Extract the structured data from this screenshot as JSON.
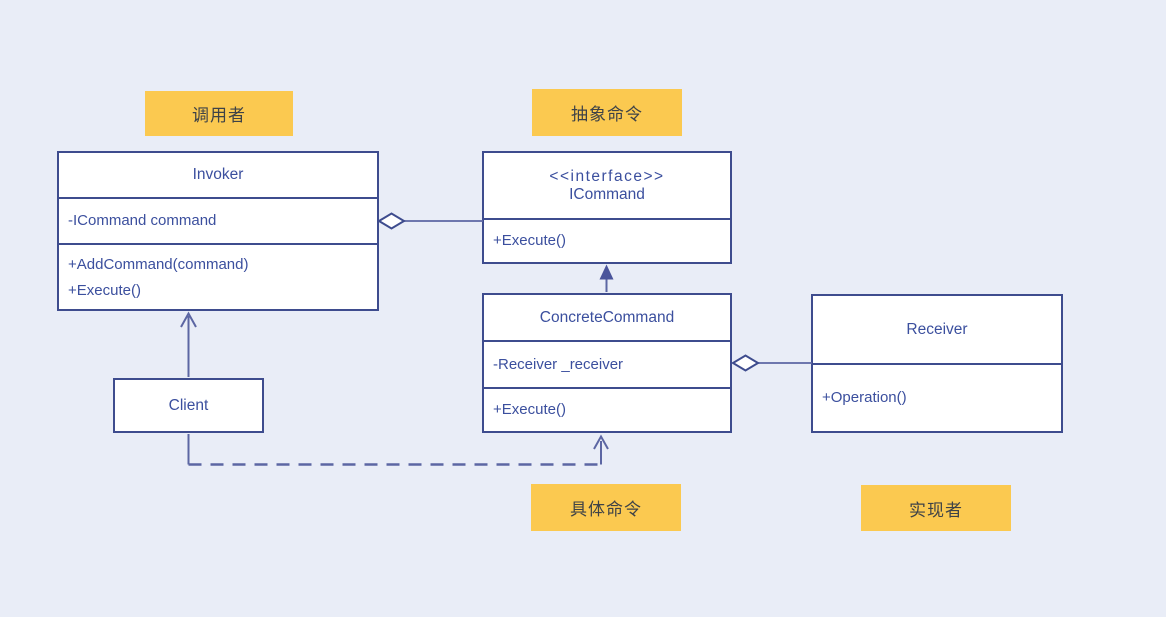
{
  "diagram": {
    "kind": "uml-class-diagram",
    "pattern": "Command"
  },
  "colors": {
    "background": "#E9EDF7",
    "note_fill": "#FBC950",
    "note_text": "#3E4247",
    "box_border": "#3E4C8E",
    "box_fill": "#ffffff",
    "box_text": "#3B4F9E",
    "connector": "#5C66A3"
  },
  "notes": {
    "invoker": "调用者",
    "abstract_command": "抽象命令",
    "concrete_command": "具体命令",
    "implementer": "实现者"
  },
  "classes": {
    "invoker": {
      "title": "Invoker",
      "fields": [
        "-ICommand command"
      ],
      "methods": [
        "+AddCommand(command)",
        "+Execute()"
      ]
    },
    "icommand": {
      "stereotype": "<<interface>>",
      "title": "ICommand",
      "methods": [
        "+Execute()"
      ]
    },
    "concrete_command": {
      "title": "ConcreteCommand",
      "fields": [
        "-Receiver _receiver"
      ],
      "methods": [
        "+Execute()"
      ]
    },
    "receiver": {
      "title": "Receiver",
      "methods": [
        "+Operation()"
      ]
    },
    "client": {
      "title": "Client"
    }
  },
  "relations": [
    {
      "from": "Invoker",
      "to": "ICommand",
      "type": "aggregation"
    },
    {
      "from": "ConcreteCommand",
      "to": "ICommand",
      "type": "realization"
    },
    {
      "from": "ConcreteCommand",
      "to": "Receiver",
      "type": "aggregation"
    },
    {
      "from": "Client",
      "to": "Invoker",
      "type": "association"
    },
    {
      "from": "Client",
      "to": "ConcreteCommand",
      "type": "dependency-dashed"
    }
  ]
}
